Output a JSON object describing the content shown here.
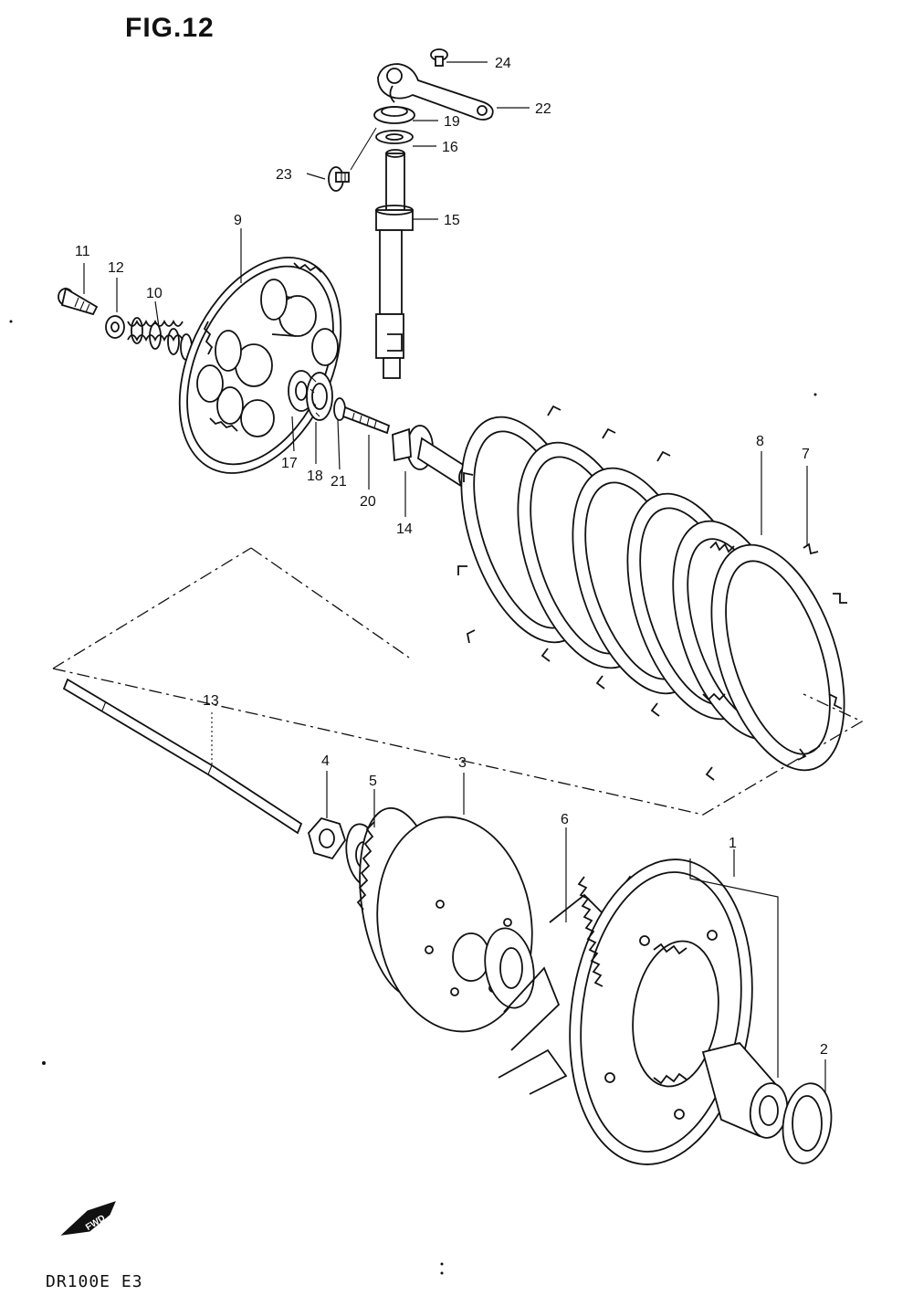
{
  "figure": {
    "title": "FIG.12",
    "model": "DR100E  E3",
    "fwd_label": "FWD"
  },
  "callouts": [
    "1",
    "2",
    "3",
    "4",
    "5",
    "6",
    "7",
    "8",
    "9",
    "10",
    "11",
    "12",
    "13",
    "14",
    "15",
    "16",
    "17",
    "18",
    "19",
    "20",
    "21",
    "22",
    "23",
    "24"
  ]
}
